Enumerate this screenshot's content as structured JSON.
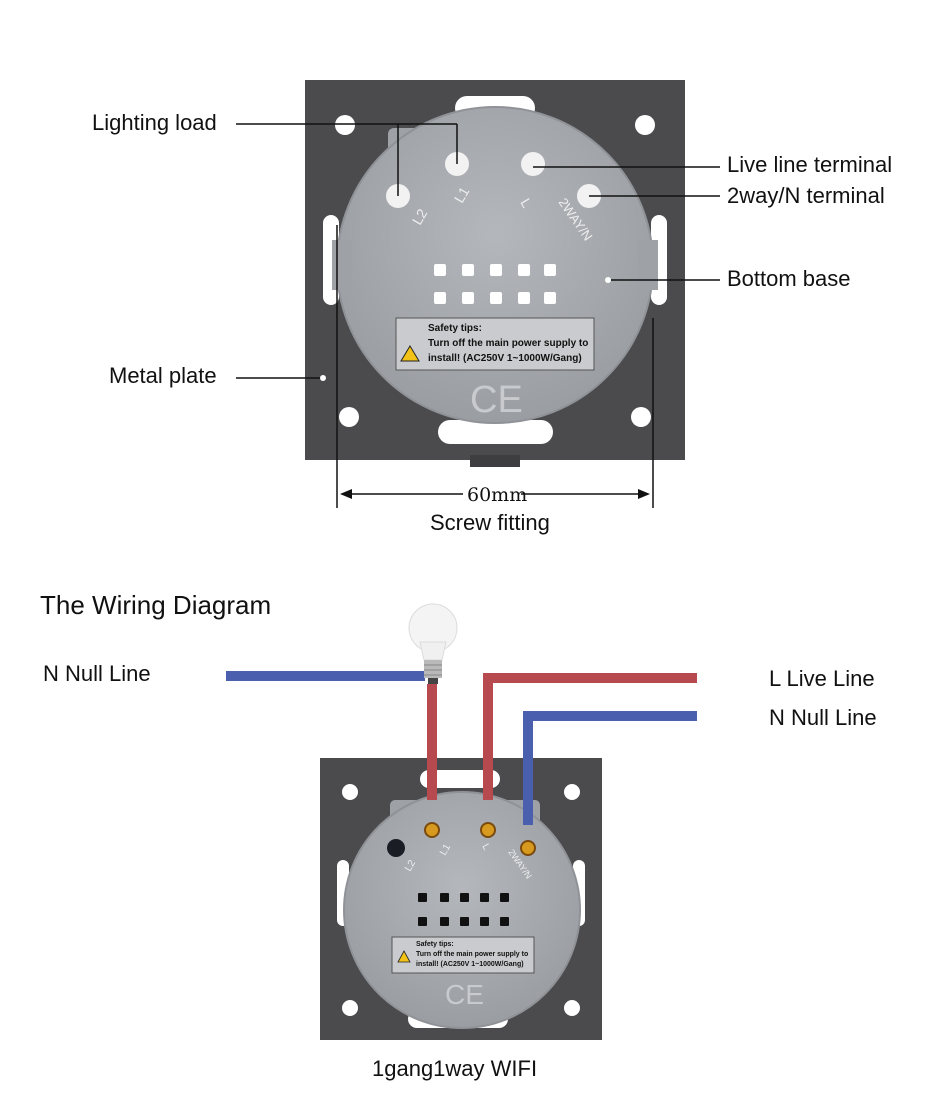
{
  "top": {
    "callouts": {
      "lighting_load": "Lighting load",
      "live_line_terminal": "Live line terminal",
      "twoway_n_terminal": "2way/N terminal",
      "bottom_base": "Bottom base",
      "metal_plate": "Metal plate"
    },
    "terminals": [
      "L2",
      "L1",
      "L",
      "2WAY/N"
    ],
    "safety": {
      "title": "Safety tips:",
      "line1": "Turn off the main power supply to",
      "line2": "install! (AC250V  1~1000W/Gang)"
    },
    "ce_mark": "CE",
    "dimension": "60mm",
    "dimension_label": "Screw fitting"
  },
  "wiring": {
    "title": "The Wiring Diagram",
    "n_null_left": "N Null Line",
    "l_live_right": "L Live Line",
    "n_null_right": "N Null Line",
    "terminals": [
      "L2",
      "L1",
      "L",
      "2WAY/N"
    ],
    "safety": {
      "title": "Safety tips:",
      "line1": "Turn off the main power supply to",
      "line2": "install! (AC250V  1~1000W/Gang)"
    },
    "ce_mark": "CE",
    "caption": "1gang1way WIFI"
  },
  "colors": {
    "plate": "#4a4a4c",
    "base": "#a9acb1",
    "red_wire": "#b64a4e",
    "blue_wire": "#4a5fae",
    "copper": "#d89a1e"
  }
}
